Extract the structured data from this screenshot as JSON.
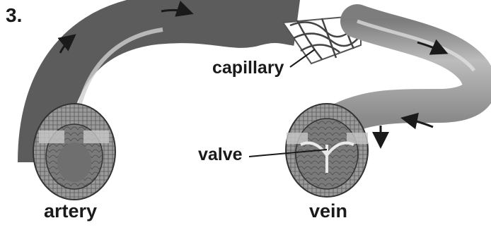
{
  "diagram": {
    "number": "3.",
    "labels": {
      "capillary": "capillary",
      "valve": "valve",
      "artery": "artery",
      "vein": "vein"
    }
  }
}
